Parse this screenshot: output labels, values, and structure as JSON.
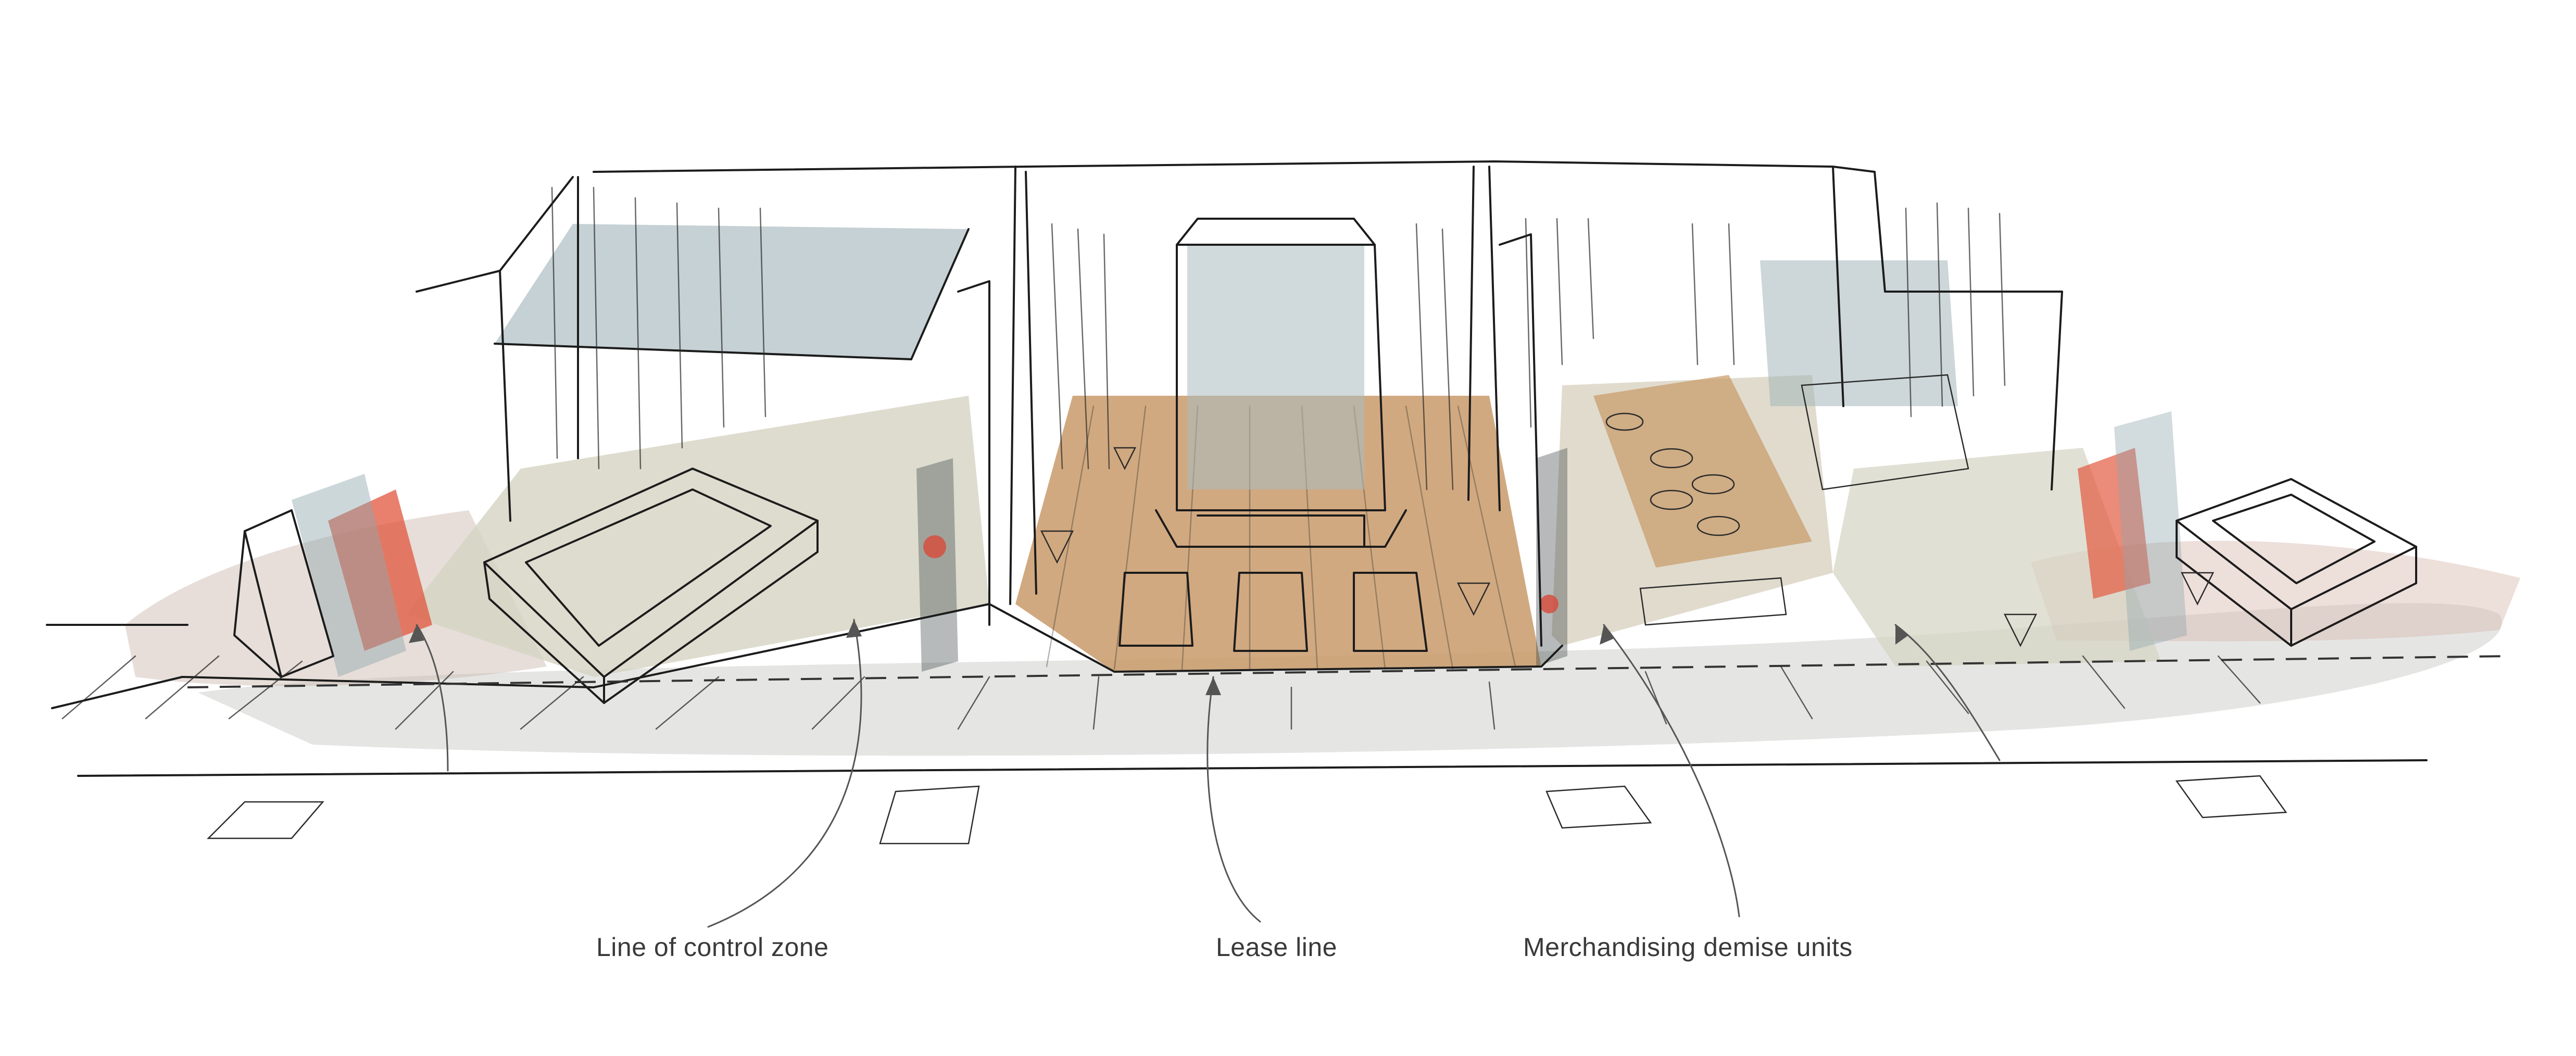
{
  "callouts": {
    "control_zone": "Line of control zone",
    "lease_line": "Lease line",
    "demise_units": "Merchandising demise units"
  },
  "colors": {
    "ink": "#1c1c1c",
    "timber_floor": "#c99a6a",
    "glass": "#9fb3b8",
    "concrete": "#cfd1c8",
    "accent_red": "#e0553c",
    "pavement_wash": "#d9dbd6"
  }
}
